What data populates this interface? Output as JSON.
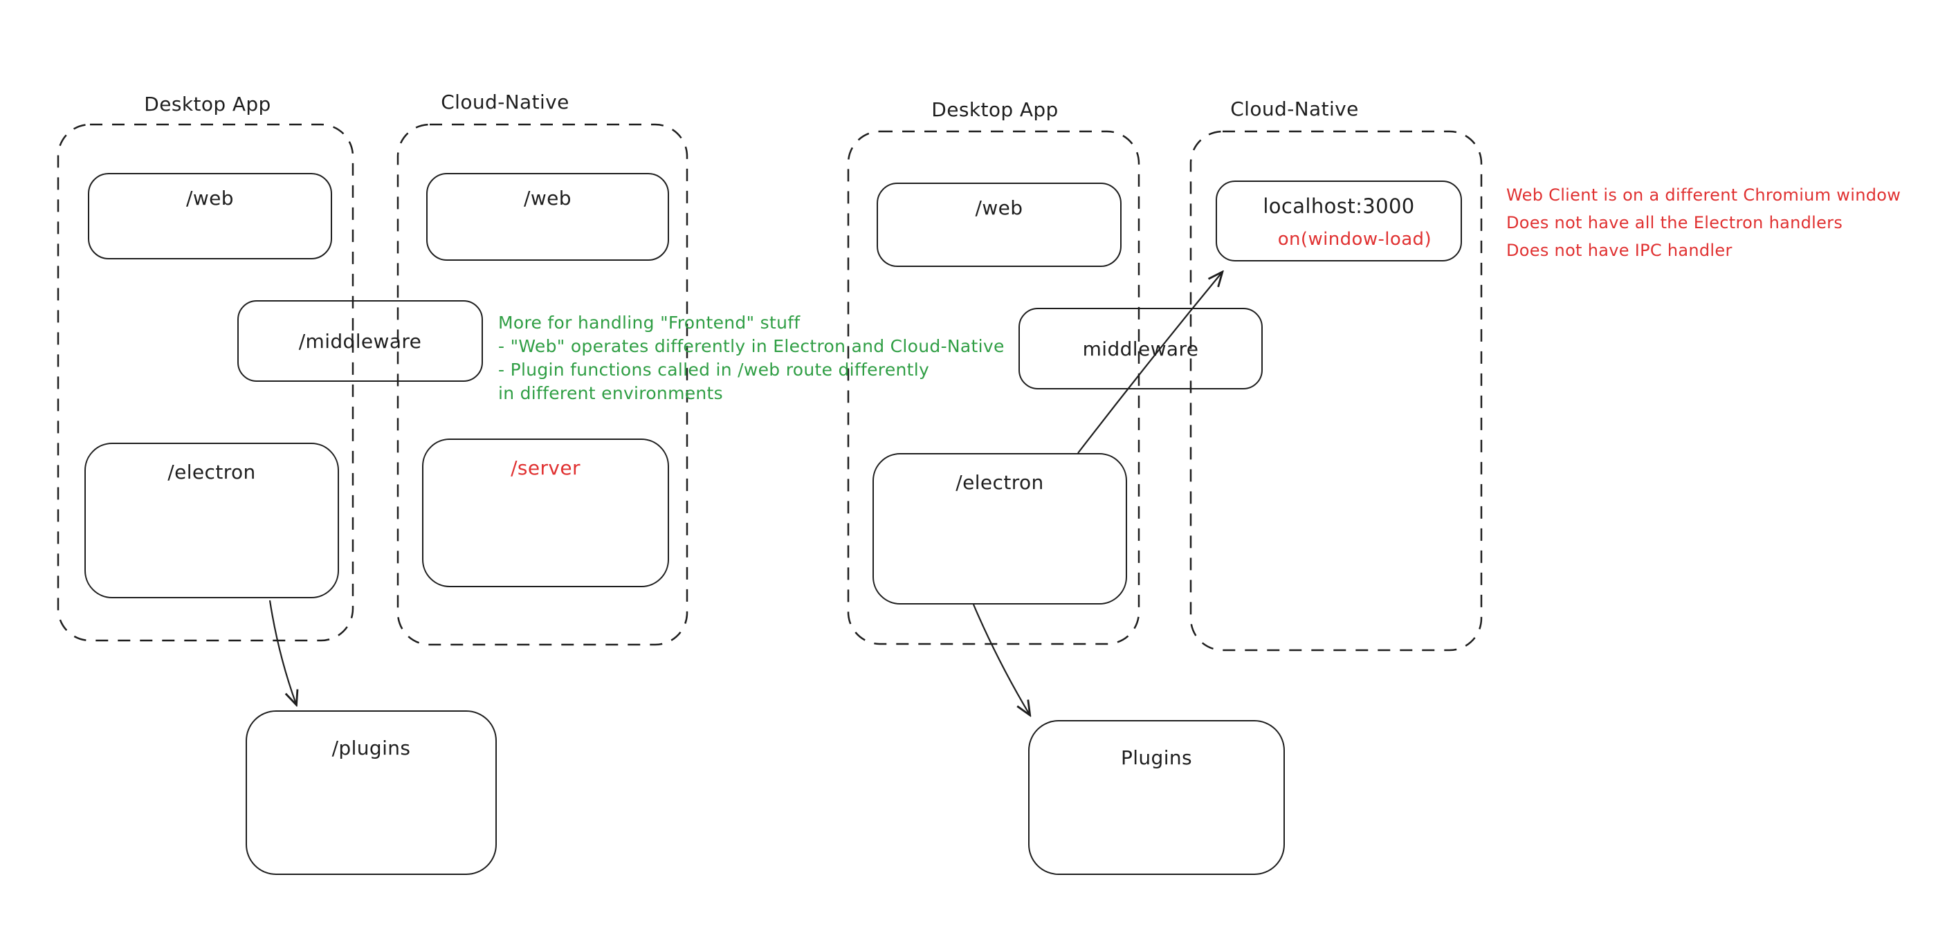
{
  "colors": {
    "stroke": "#1e1e1e",
    "background": "#ffffff",
    "annotation_green": "#2f9e44",
    "annotation_red": "#e03131"
  },
  "left_group": {
    "desktop": {
      "label": "Desktop App",
      "web_label": "/web",
      "electron_label": "/electron"
    },
    "cloud": {
      "label": "Cloud-Native",
      "web_label": "/web",
      "server_label": "/server"
    },
    "middleware_label": "/middleware",
    "plugins_label": "/plugins"
  },
  "right_group": {
    "desktop": {
      "label": "Desktop App",
      "web_label": "/web",
      "electron_label": "/electron"
    },
    "cloud": {
      "label": "Cloud-Native"
    },
    "localhost": {
      "title": "localhost:3000",
      "event": "on(window-load)"
    },
    "middleware_label": "middleware",
    "plugins_label": "Plugins"
  },
  "annotations": {
    "green_note": {
      "lines": [
        "More for handling \"Frontend\" stuff",
        "- \"Web\" operates differently in Electron and Cloud-Native",
        "- Plugin functions called in /web route differently",
        "in different environments"
      ]
    },
    "red_note": {
      "lines": [
        "Web Client is on a different Chromium window",
        "Does not have all the Electron handlers",
        "Does not have IPC handler"
      ]
    }
  }
}
